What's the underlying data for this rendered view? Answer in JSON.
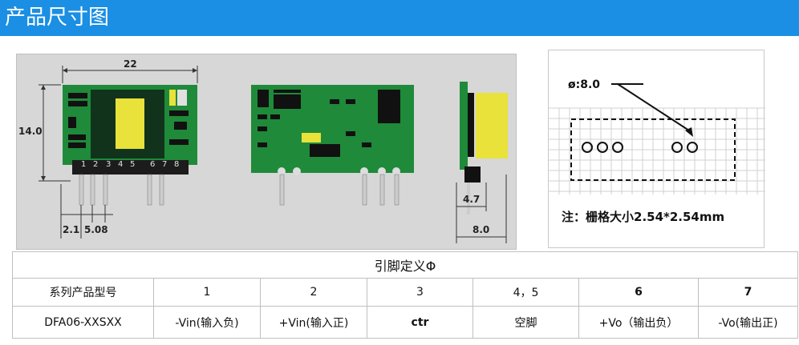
{
  "header": {
    "title": "产品尺寸图"
  },
  "drawing": {
    "dim_width": "22",
    "dim_height": "14.0",
    "pin_labels": [
      "1",
      "2",
      "3",
      "4",
      "5",
      "6",
      "7",
      "8"
    ],
    "dim_pin_offset": "2.1",
    "dim_pin_pitch": "5.08",
    "dim_side_lead": "4.7",
    "dim_side_thickness": "8.0"
  },
  "layout_note": {
    "hole_dia": "ø:8.0",
    "grid_note": "注：栅格大小2.54*2.54mm"
  },
  "pin_table": {
    "title": "引脚定义Φ",
    "headers": [
      "系列产品型号",
      "1",
      "2",
      "3",
      "4，5",
      "6",
      "7"
    ],
    "row": [
      "DFA06-XXSXX",
      "-Vin(输入负)",
      "+Vin(输入正)",
      "ctr",
      "空脚",
      "+Vo（输出负）",
      "-Vo(输出正)"
    ]
  },
  "colors": {
    "header_bg": "#1a8fe3",
    "pcb_green": "#1f8a3a",
    "transformer_yellow": "#e8e23a"
  }
}
